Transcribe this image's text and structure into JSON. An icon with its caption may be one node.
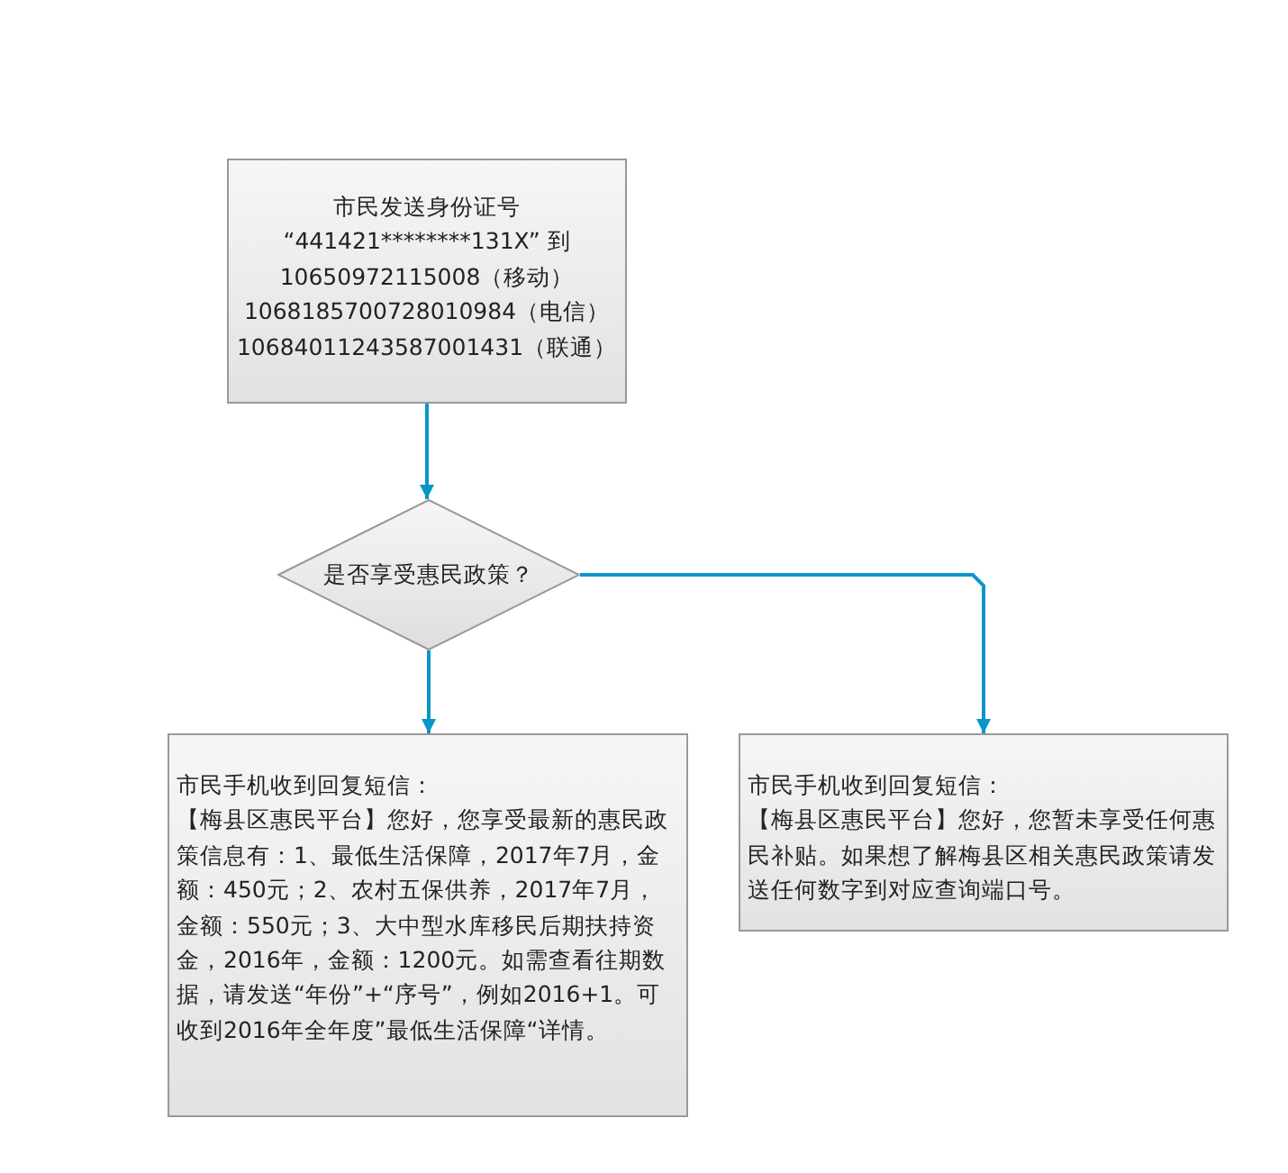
{
  "diagram": {
    "nodes": [
      {
        "text": [
          "市民发送身份证号",
          "“441421********131X” 到",
          "10650972115008（移动）",
          "1068185700728010984（电信）",
          "10684011243587001431（联通）"
        ]
      },
      {
        "text": [
          "是否享受惠民政策？"
        ]
      },
      {
        "text": [
          "市民手机收到回复短信：",
          "【梅县区惠民平台】您好，您享受最新的惠民政策信息有：1、最低生活保障，2017年7月，金额：450元；2、农村五保供养，2017年7月，金额：550元；3、大中型水库移民后期扶持资金，2016年，金额：1200元。如需查看往期数据，请发送“年份”+“序号”，例如2016+1。可收到2016年全年度”最低生活保障“详情。"
        ]
      },
      {
        "text": [
          "市民手机收到回复短信：",
          "【梅县区惠民平台】您好，您暂未享受任何惠民补贴。如果想了解梅县区相关惠民政策请发送任何数字到对应查询端口号。"
        ]
      }
    ],
    "edges": [
      {
        "from": 0,
        "to": 1,
        "arrow": "to"
      },
      {
        "from": 1,
        "to": 2,
        "arrow": "to"
      },
      {
        "from": 1,
        "to": 3,
        "arrow": "to"
      }
    ]
  }
}
